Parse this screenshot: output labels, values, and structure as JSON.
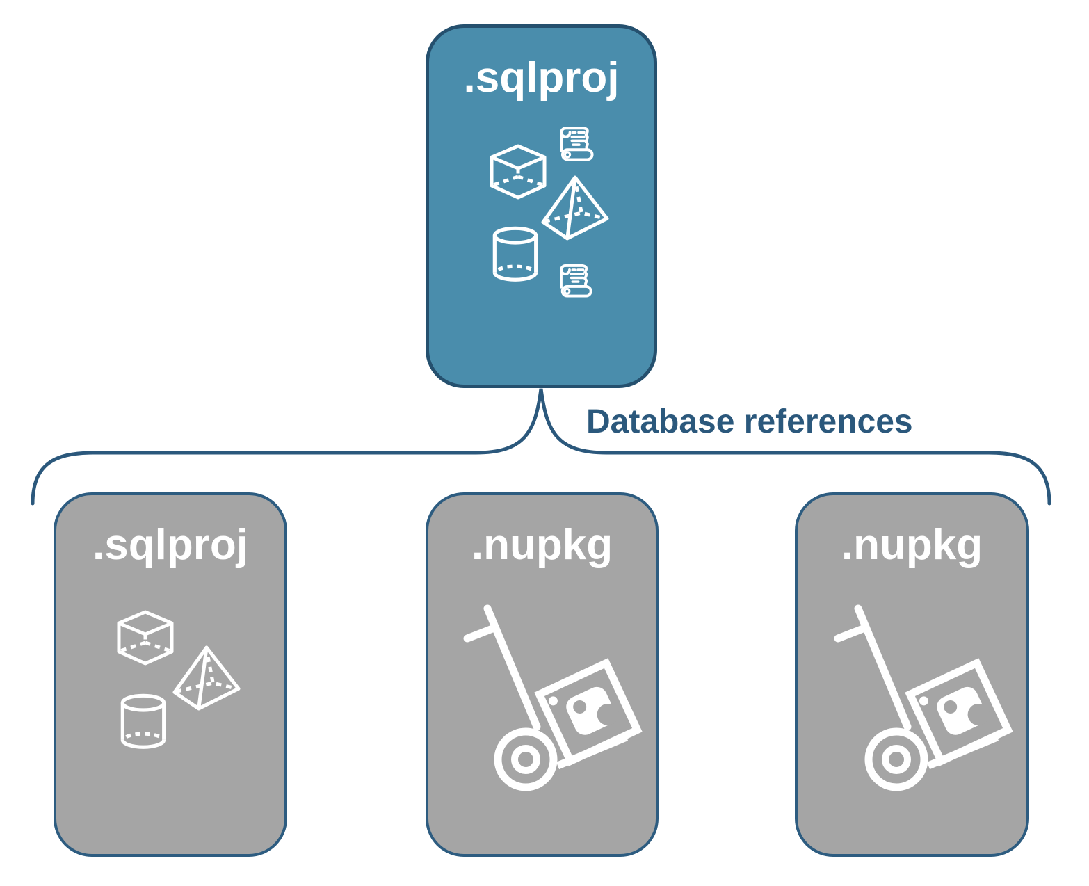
{
  "root_box": {
    "label": ".sqlproj",
    "icons": [
      "cube-icon",
      "scroll-icon",
      "pyramid-icon",
      "cylinder-icon",
      "scroll-icon"
    ]
  },
  "connector": {
    "label": "Database references"
  },
  "child_boxes": [
    {
      "label": ".sqlproj",
      "icons": [
        "cube-icon",
        "pyramid-icon",
        "cylinder-icon"
      ]
    },
    {
      "label": ".nupkg",
      "icons": [
        "nuget-dolly-icon"
      ]
    },
    {
      "label": ".nupkg",
      "icons": [
        "nuget-dolly-icon"
      ]
    }
  ],
  "colors": {
    "root_fill": "#4a8dac",
    "root_border": "#25506e",
    "child_fill": "#a5a5a5",
    "child_border": "#2d5c80",
    "connector": "#2b587c",
    "icon": "#ffffff",
    "background": "#ffffff"
  }
}
